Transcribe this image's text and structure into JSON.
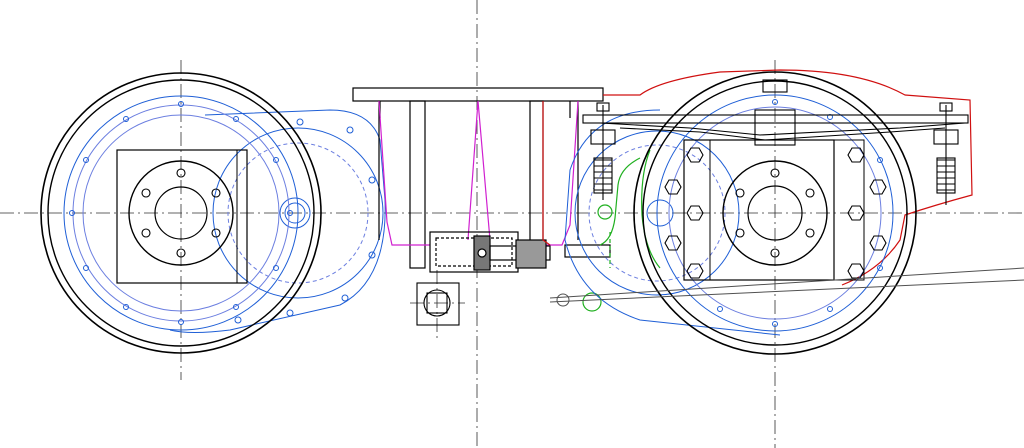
{
  "drawing": {
    "colors": {
      "background": "#ffffff",
      "outline": "#000000",
      "gearbox": "#1f5fd6",
      "gearbox_light": "#6c7fe0",
      "brake_rigging": "#d01010",
      "suspension_link": "#d020d0",
      "brake_cylinder": "#20b020",
      "centerline": "#303030",
      "wheel_left_rim": "#000000"
    },
    "parts": [
      "left-wheelset",
      "right-wheelset",
      "bogie-frame",
      "traction-motor",
      "brake-cylinder",
      "springs"
    ]
  }
}
